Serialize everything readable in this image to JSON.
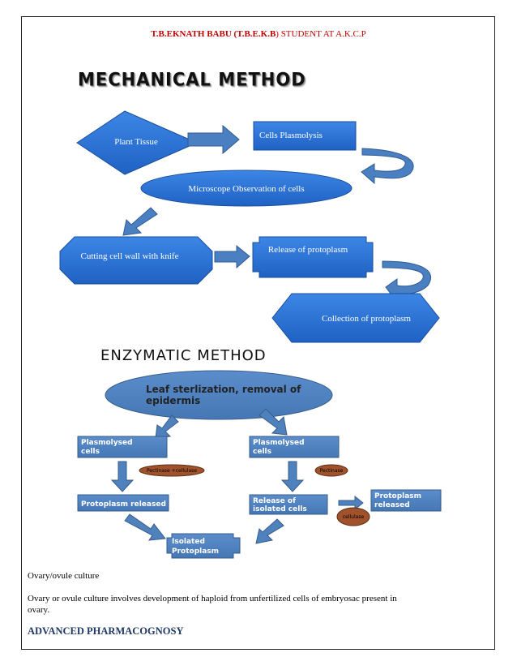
{
  "header": {
    "name_bold": "T.B.EKNATH BABU (T.B.E.K.B",
    "rest": ") STUDENT AT A.K.C.P"
  },
  "mechanical": {
    "title": "MECHANICAL METHOD",
    "plant_tissue": "Plant Tissue",
    "cells_plasmolysis": "Cells Plasmolysis",
    "microscope": "Microscope Observation of cells",
    "cutting": "Cutting cell wall with knife",
    "release": "Release of protoplasm",
    "collection": "Collection of protoplasm"
  },
  "enzymatic": {
    "title": "ENZYMATIC METHOD",
    "leaf_line1": "Leaf sterlization, removal of",
    "leaf_line2": "epidermis",
    "plasmolysed_left_1": "Plasmolysed",
    "plasmolysed_left_2": "cells",
    "plasmolysed_right_1": "Plasmolysed",
    "plasmolysed_right_2": "cells",
    "pectinase_cellulase": "Pectinase +cellulase",
    "pectinase": "Pectinase",
    "protoplasm_released_left": "Protoplasm released",
    "release_isolated_1": "Release of",
    "release_isolated_2": "isolated cells",
    "protoplasm_released_right_1": "Protoplasm",
    "protoplasm_released_right_2": "released",
    "cellulase": "cellulase",
    "isolated_1": "Isolated",
    "isolated_2": "Protoplasm"
  },
  "body": {
    "heading": "Ovary/ovule culture",
    "paragraph_line1": "Ovary or ovule culture involves development of haploid from unfertilized cells of embryosac present in",
    "paragraph_line2": "ovary."
  },
  "footer": "ADVANCED PHARMACOGNOSY",
  "colors": {
    "shape_fill": "#2e75d6",
    "arrow_fill": "#4a7fc1",
    "enz_fill": "#4f81bd",
    "oval_fill": "#a0522d",
    "header_red": "#c00000",
    "footer_blue": "#1f3864"
  }
}
